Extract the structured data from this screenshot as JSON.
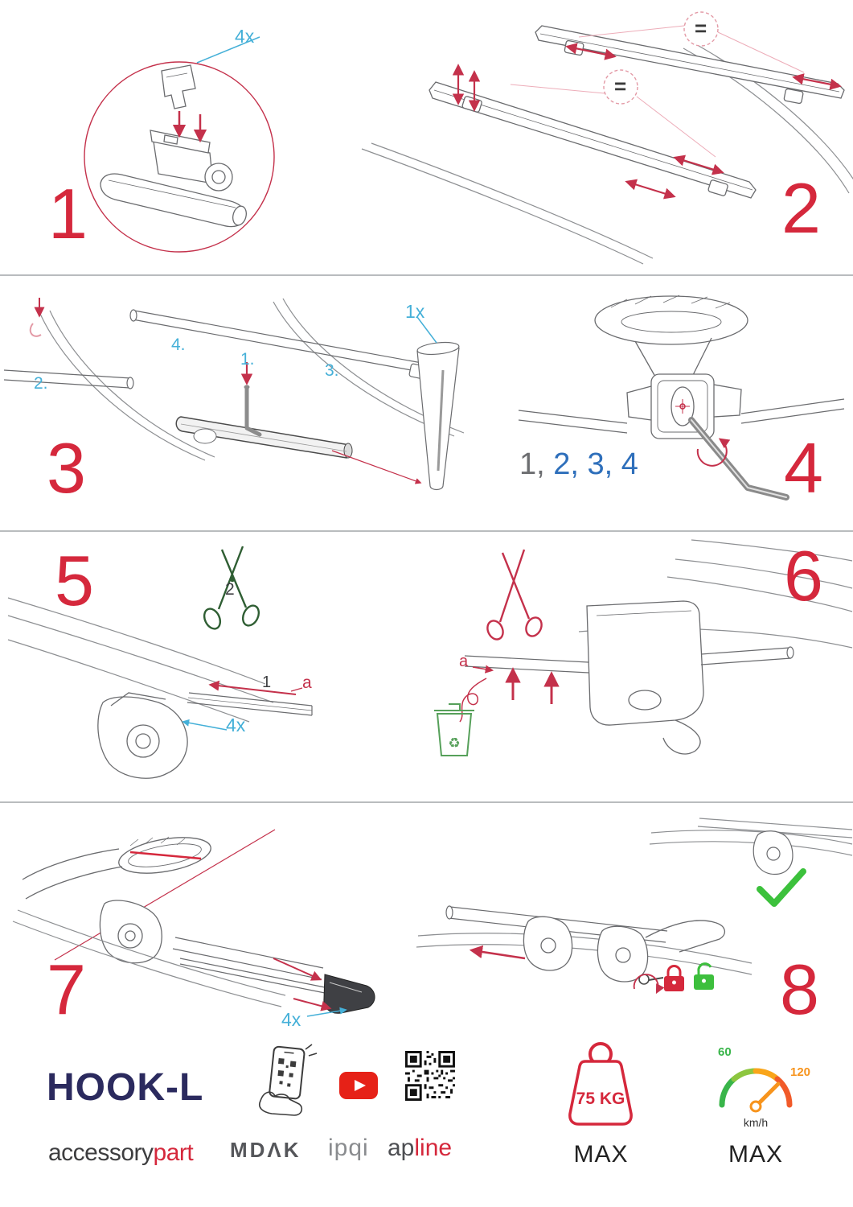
{
  "document": {
    "type": "mounting-instruction-sheet",
    "product": "HOOK-L"
  },
  "colors": {
    "step_number_red": "#d5283c",
    "blue_label": "#45b0d8",
    "sequence_blue": "#2e6fbb",
    "gray_text": "#6d6e71",
    "accent_red": "#c4314b",
    "green": "#39b54a",
    "orange": "#f7941d",
    "navy": "#2b2a5e",
    "youtube_red": "#e62117"
  },
  "steps": {
    "s1": {
      "number": "1",
      "qty": "4x"
    },
    "s2": {
      "number": "2",
      "equal_top": "=",
      "equal_bottom": "="
    },
    "s3": {
      "number": "3",
      "order_1": "1.",
      "order_2": "2.",
      "order_3": "3.",
      "order_4": "4.",
      "qty": "1x"
    },
    "s4": {
      "number": "4",
      "sequence_done": "1, ",
      "sequence_remaining": "2, 3, 4"
    },
    "s5": {
      "number": "5",
      "cut_step": "2",
      "insert_step": "1",
      "ref": "a",
      "qty": "4x"
    },
    "s6": {
      "number": "6",
      "ref": "a"
    },
    "s7": {
      "number": "7",
      "qty": "4x"
    },
    "s8": {
      "number": "8"
    }
  },
  "icons": {
    "recycle": "♻"
  },
  "footer": {
    "product_name": "HOOK-L",
    "brand": {
      "prefix": "accessory",
      "suffix": "part"
    },
    "partners": {
      "mdak": "MDΛK",
      "ipqi": "ipqi",
      "apline_prefix": "ap",
      "apline_suffix": "line"
    },
    "load": {
      "value": "75 KG",
      "limit": "MAX"
    },
    "speed": {
      "low": "60",
      "high": "120",
      "unit": "km/h",
      "limit": "MAX"
    }
  }
}
